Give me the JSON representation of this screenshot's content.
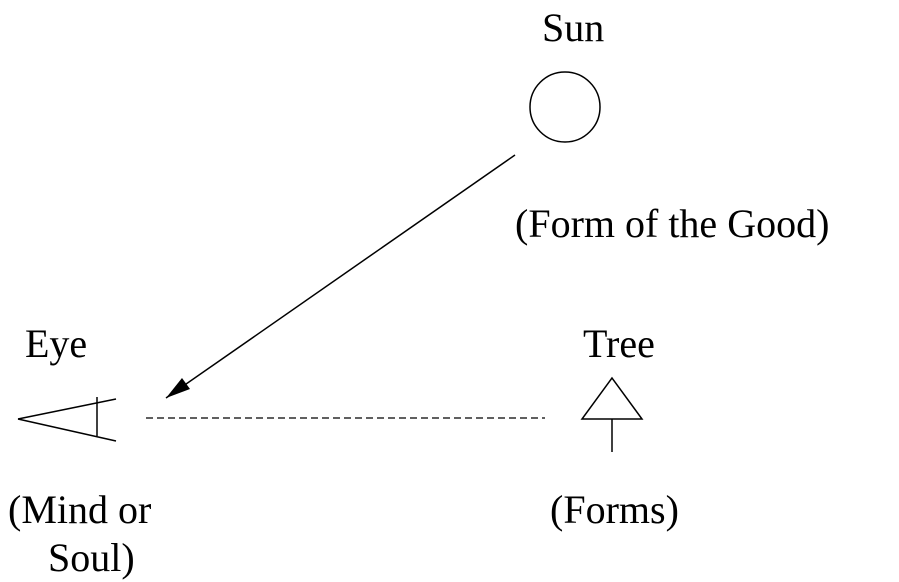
{
  "labels": {
    "sun": "Sun",
    "sun_caption": "(Form of the Good)",
    "eye": "Eye",
    "eye_caption_line1": "(Mind or",
    "eye_caption_line2": "Soul)",
    "tree": "Tree",
    "tree_caption": "(Forms)"
  },
  "colors": {
    "ink": "#000000",
    "background": "#ffffff"
  }
}
